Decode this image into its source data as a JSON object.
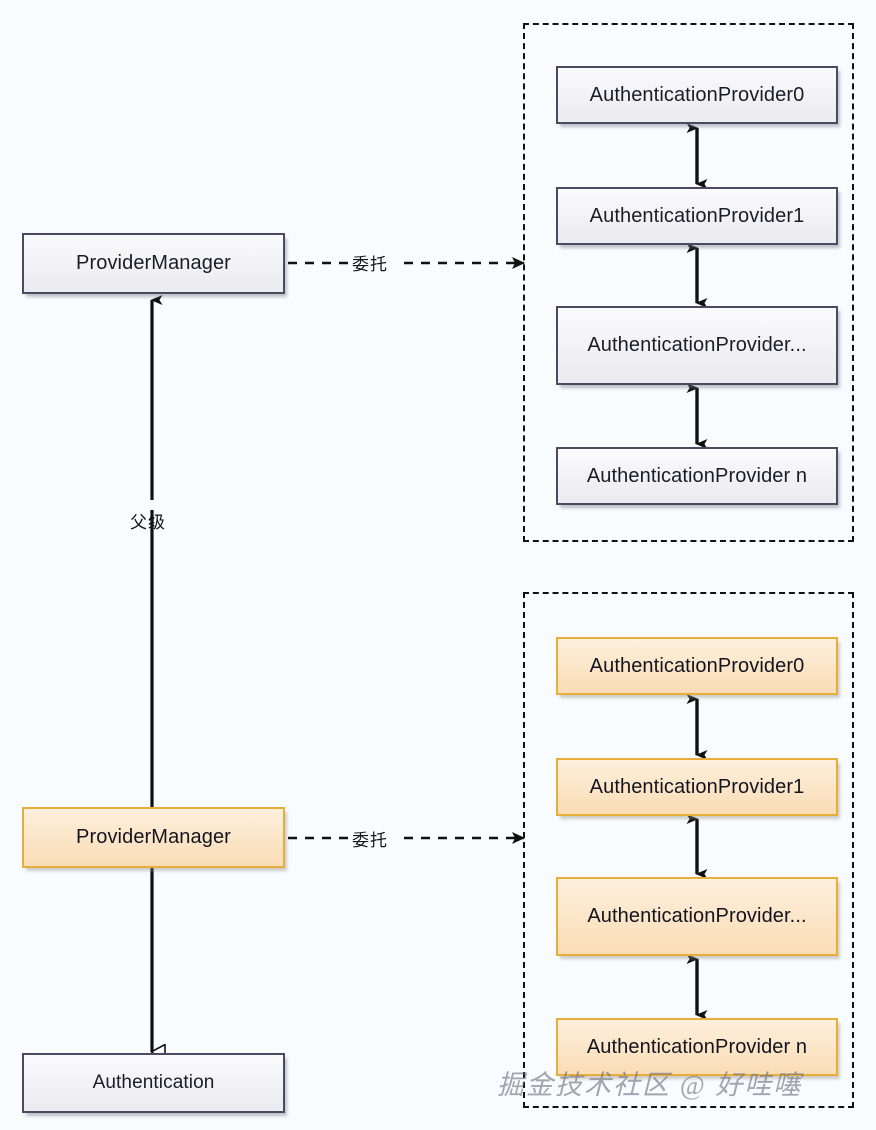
{
  "diagram": {
    "title": "ProviderManager delegation diagram",
    "background_color": "#f9fcfe",
    "type": "uml-class-diagram"
  },
  "colors": {
    "grey_fill": "#f2f2f5",
    "grey_border": "#4b4a61",
    "orange_fill": "#fbe4c5",
    "orange_border": "#e8ae3c",
    "line": "#111111",
    "text": "#14141e",
    "watermark": "#6c707a"
  },
  "top_section": {
    "manager": {
      "label": "ProviderManager",
      "style": "grey"
    },
    "delegate_edge_label": "委托",
    "group_label": "",
    "providers": [
      {
        "label": "AuthenticationProvider0",
        "style": "grey"
      },
      {
        "label": "AuthenticationProvider1",
        "style": "grey"
      },
      {
        "label": "AuthenticationProvider...",
        "style": "grey"
      },
      {
        "label": "AuthenticationProvider n",
        "style": "grey"
      }
    ]
  },
  "bottom_section": {
    "manager": {
      "label": "ProviderManager",
      "style": "orange"
    },
    "delegate_edge_label": "委托",
    "providers": [
      {
        "label": "AuthenticationProvider0",
        "style": "orange"
      },
      {
        "label": "AuthenticationProvider1",
        "style": "orange"
      },
      {
        "label": "AuthenticationProvider...",
        "style": "orange"
      },
      {
        "label": "AuthenticationProvider n",
        "style": "orange"
      }
    ]
  },
  "authentication_node": {
    "label": "Authentication",
    "style": "grey"
  },
  "parent_edge_label": "父级",
  "watermark": "掘金技术社区 @ 好哇噻"
}
